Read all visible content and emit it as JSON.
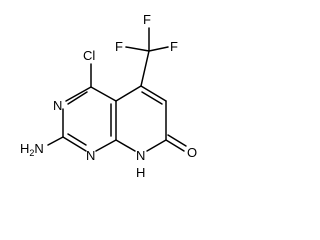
{
  "molecule": {
    "atoms": {
      "cl": "Cl",
      "f1": "F",
      "f2": "F",
      "f3": "F",
      "n1": "N",
      "n3": "N",
      "nh2": "H2N",
      "nh": "N",
      "h_on_n": "H",
      "o": "O"
    }
  },
  "colors": {
    "line": "#000000",
    "background": "#ffffff"
  }
}
